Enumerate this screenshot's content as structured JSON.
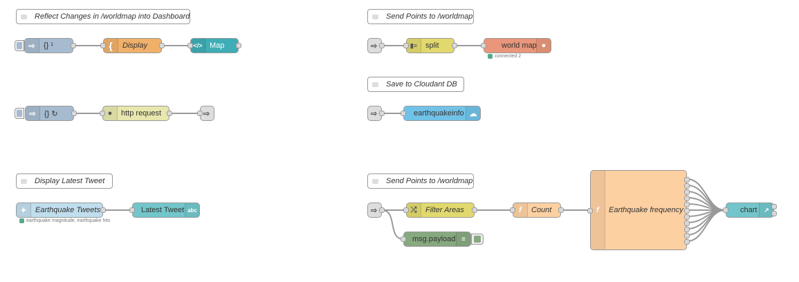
{
  "flow": {
    "comments": {
      "reflect": "Reflect Changes in /worldmap into Dashboard",
      "send_points_1": "Send Points to /worldmap",
      "save_cloudant": "Save to Cloudant DB",
      "display_tweet": "Display Latest Tweet",
      "send_points_2": "Send Points to /worldmap"
    },
    "nodes": {
      "inject_1": "{} ¹",
      "display": "Display",
      "map": "Map",
      "inject_2": "{} ↻",
      "http_request": "http request",
      "split": "split",
      "world_map": "world map",
      "earthquakeinfo": "earthquakeinfo",
      "earthquake_tweets": "Earthquake Tweets",
      "latest_tweet": "Latest Tweet",
      "filter_areas": "Filter Areas",
      "count": "Count",
      "earthquake_frequency": "Earthquake frequency",
      "chart": "chart",
      "msg_payload": "msg.payload"
    },
    "statuses": {
      "world_map": "connected 2",
      "tweets": "earthquake magnitude, earthquake hits"
    },
    "icons": {
      "inject": "arrow-in-icon",
      "template": "curly-brace-icon",
      "ui_template": "code-icon",
      "http": "globe-icon",
      "link": "link-arrow-icon",
      "split": "split-icon",
      "worldmap": "globe-icon",
      "cloudant": "cloud-icon",
      "twitter": "twitter-bird-icon",
      "ui_text": "text-abc-icon",
      "switch": "shuffle-icon",
      "function": "function-icon",
      "chart": "chart-icon",
      "debug": "list-icon"
    },
    "colors": {
      "inject": "#a6bbcf",
      "template": "#f0b06a",
      "ui_teal": "#3fadb5",
      "http": "#e7e7ae",
      "link": "#dddddd",
      "split": "#e2d96e",
      "worldmap": "#e9967a",
      "cloudant": "#70c2e8",
      "twitter": "#c0deed",
      "ui_text": "#72c6cb",
      "switch": "#e2d96e",
      "function": "#fdd0a2",
      "debug": "#87a980",
      "wire": "#999999",
      "status_ok": "#55aa88"
    }
  }
}
